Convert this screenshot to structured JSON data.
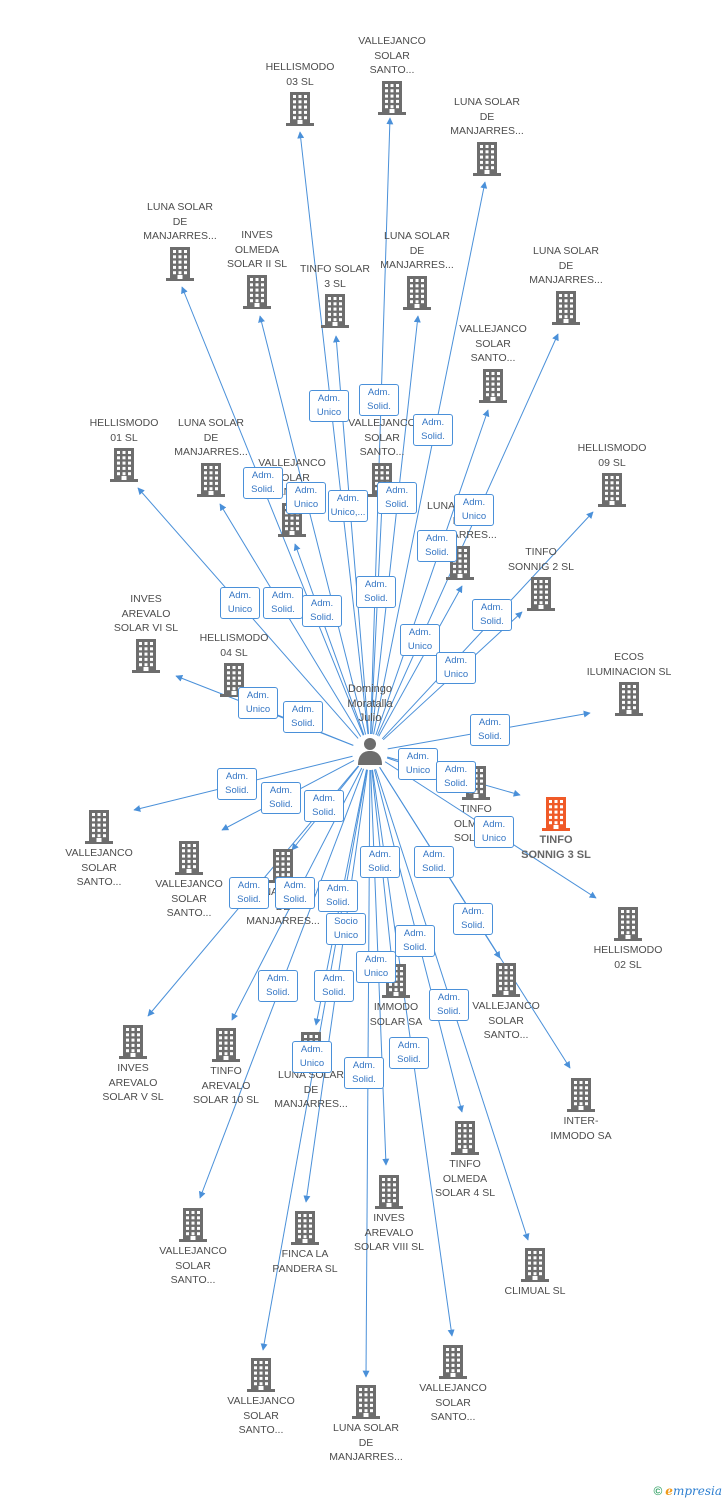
{
  "center": {
    "lines": [
      "Domingo",
      "Moratalla",
      "Julio"
    ]
  },
  "colors": {
    "edge": "#4a90d9",
    "node": "#6d6d6d",
    "highlight": "#f05a28",
    "badge_text": "#3576c4"
  },
  "nodes": [
    {
      "id": "n1",
      "lines": [
        "HELLISMODO",
        "03 SL"
      ]
    },
    {
      "id": "n2",
      "lines": [
        "VALLEJANCO",
        "SOLAR",
        "SANTO..."
      ]
    },
    {
      "id": "n3",
      "lines": [
        "LUNA SOLAR",
        "DE",
        "MANJARRES..."
      ]
    },
    {
      "id": "n4",
      "lines": [
        "LUNA SOLAR",
        "DE",
        "MANJARRES..."
      ]
    },
    {
      "id": "n5",
      "lines": [
        "INVES",
        "OLMEDA",
        "SOLAR II SL"
      ]
    },
    {
      "id": "n6",
      "lines": [
        "TINFO SOLAR",
        "3 SL"
      ]
    },
    {
      "id": "n7",
      "lines": [
        "LUNA SOLAR",
        "DE",
        "MANJARRES..."
      ]
    },
    {
      "id": "n8",
      "lines": [
        "LUNA SOLAR",
        "DE",
        "MANJARRES..."
      ]
    },
    {
      "id": "n9",
      "lines": [
        "VALLEJANCO",
        "SOLAR",
        "SANTO..."
      ]
    },
    {
      "id": "n10",
      "lines": [
        "HELLISMODO",
        "01 SL"
      ]
    },
    {
      "id": "n11",
      "lines": [
        "LUNA SOLAR",
        "DE",
        "MANJARRES..."
      ]
    },
    {
      "id": "n12",
      "lines": [
        "VALLEJANCO",
        "SOLAR",
        "SANTO..."
      ]
    },
    {
      "id": "n13",
      "lines": [
        "VALLEJANCO",
        "SOLAR",
        "SANTO..."
      ]
    },
    {
      "id": "n14",
      "lines": [
        "HELLISMODO",
        "09 SL"
      ]
    },
    {
      "id": "n15",
      "lines": [
        "LUNA SOLAR",
        "DE",
        "MANJARRES..."
      ]
    },
    {
      "id": "n16",
      "lines": [
        "TINFO",
        "SONNIG 2 SL"
      ]
    },
    {
      "id": "n17",
      "lines": [
        "INVES",
        "AREVALO",
        "SOLAR VI SL"
      ]
    },
    {
      "id": "n18",
      "lines": [
        "HELLISMODO",
        "04 SL"
      ]
    },
    {
      "id": "n19",
      "lines": [
        "ECOS",
        "ILUMINACION SL"
      ]
    },
    {
      "id": "n20",
      "lines": [
        "TINFO",
        "OLMEDA",
        "SOLAR..."
      ]
    },
    {
      "id": "n21",
      "lines": [
        "TINFO",
        "SONNIG 3 SL"
      ]
    },
    {
      "id": "n22",
      "lines": [
        "VALLEJANCO",
        "SOLAR",
        "SANTO..."
      ]
    },
    {
      "id": "n23",
      "lines": [
        "VALLEJANCO",
        "SOLAR",
        "SANTO..."
      ]
    },
    {
      "id": "n24",
      "lines": [
        "LUNA SOLAR",
        "DE",
        "MANJARRES..."
      ]
    },
    {
      "id": "n25",
      "lines": [
        "HELLISMODO",
        "02 SL"
      ]
    },
    {
      "id": "n26",
      "lines": [
        "INTER-",
        "IMMODO SA"
      ]
    },
    {
      "id": "n27",
      "lines": [
        "INVES",
        "AREVALO",
        "SOLAR V SL"
      ]
    },
    {
      "id": "n28",
      "lines": [
        "TINFO",
        "AREVALO",
        "SOLAR 10 SL"
      ]
    },
    {
      "id": "n29",
      "lines": [
        "IMMODO",
        "SOLAR SA"
      ]
    },
    {
      "id": "n30",
      "lines": [
        "VALLEJANCO",
        "SOLAR",
        "SANTO..."
      ]
    },
    {
      "id": "n31",
      "lines": [
        "LUNA SOLAR",
        "DE",
        "MANJARRES..."
      ]
    },
    {
      "id": "n32",
      "lines": [
        "TINFO",
        "OLMEDA",
        "SOLAR 4 SL"
      ]
    },
    {
      "id": "n33",
      "lines": [
        "VALLEJANCO",
        "SOLAR",
        "SANTO..."
      ]
    },
    {
      "id": "n34",
      "lines": [
        "FINCA LA",
        "PANDERA SL"
      ]
    },
    {
      "id": "n35",
      "lines": [
        "INVES",
        "AREVALO",
        "SOLAR VIII SL"
      ]
    },
    {
      "id": "n36",
      "lines": [
        "CLIMUAL SL"
      ]
    },
    {
      "id": "n37",
      "lines": [
        "VALLEJANCO",
        "SOLAR",
        "SANTO..."
      ]
    },
    {
      "id": "n38",
      "lines": [
        "LUNA SOLAR",
        "DE",
        "MANJARRES..."
      ]
    },
    {
      "id": "n39",
      "lines": [
        "VALLEJANCO",
        "SOLAR",
        "SANTO..."
      ]
    }
  ],
  "badges": [
    {
      "lines": [
        "Adm.",
        "Unico"
      ]
    },
    {
      "lines": [
        "Adm.",
        "Solid."
      ]
    },
    {
      "lines": [
        "Adm.",
        "Solid."
      ]
    },
    {
      "lines": [
        "Adm.",
        "Solid."
      ]
    },
    {
      "lines": [
        "Adm.",
        "Unico"
      ]
    },
    {
      "lines": [
        "Adm.",
        "Unico,..."
      ]
    },
    {
      "lines": [
        "Adm.",
        "Solid."
      ]
    },
    {
      "lines": [
        "Adm.",
        "Unico"
      ]
    },
    {
      "lines": [
        "Adm.",
        "Solid."
      ]
    },
    {
      "lines": [
        "Adm.",
        "Solid."
      ]
    },
    {
      "lines": [
        "Adm.",
        "Unico"
      ]
    },
    {
      "lines": [
        "Adm.",
        "Solid."
      ]
    },
    {
      "lines": [
        "Adm.",
        "Solid."
      ]
    },
    {
      "lines": [
        "Adm.",
        "Unico"
      ]
    },
    {
      "lines": [
        "Adm.",
        "Solid."
      ]
    },
    {
      "lines": [
        "Adm.",
        "Unico"
      ]
    },
    {
      "lines": [
        "Adm.",
        "Solid."
      ]
    },
    {
      "lines": [
        "Adm.",
        "Unico"
      ]
    },
    {
      "lines": [
        "Adm.",
        "Solid."
      ]
    },
    {
      "lines": [
        "Adm.",
        "Unico"
      ]
    },
    {
      "lines": [
        "Adm.",
        "Solid."
      ]
    },
    {
      "lines": [
        "Adm.",
        "Solid."
      ]
    },
    {
      "lines": [
        "Adm.",
        "Solid."
      ]
    },
    {
      "lines": [
        "Adm.",
        "Solid."
      ]
    },
    {
      "lines": [
        "Adm.",
        "Unico"
      ]
    },
    {
      "lines": [
        "Adm.",
        "Solid."
      ]
    },
    {
      "lines": [
        "Adm.",
        "Solid."
      ]
    },
    {
      "lines": [
        "Adm.",
        "Solid."
      ]
    },
    {
      "lines": [
        "Adm.",
        "Solid."
      ]
    },
    {
      "lines": [
        "Adm.",
        "Solid."
      ]
    },
    {
      "lines": [
        "Socio",
        "Unico"
      ]
    },
    {
      "lines": [
        "Adm.",
        "Solid."
      ]
    },
    {
      "lines": [
        "Adm.",
        "Solid."
      ]
    },
    {
      "lines": [
        "Adm.",
        "Solid."
      ]
    },
    {
      "lines": [
        "Adm.",
        "Solid."
      ]
    },
    {
      "lines": [
        "Adm.",
        "Unico"
      ]
    },
    {
      "lines": [
        "Adm.",
        "Solid."
      ]
    },
    {
      "lines": [
        "Adm.",
        "Unico"
      ]
    },
    {
      "lines": [
        "Adm.",
        "Solid."
      ]
    },
    {
      "lines": [
        "Adm.",
        "Solid."
      ]
    }
  ],
  "footer": {
    "copyright": "©",
    "brand_e": "e",
    "brand_rest": "mpresia"
  }
}
